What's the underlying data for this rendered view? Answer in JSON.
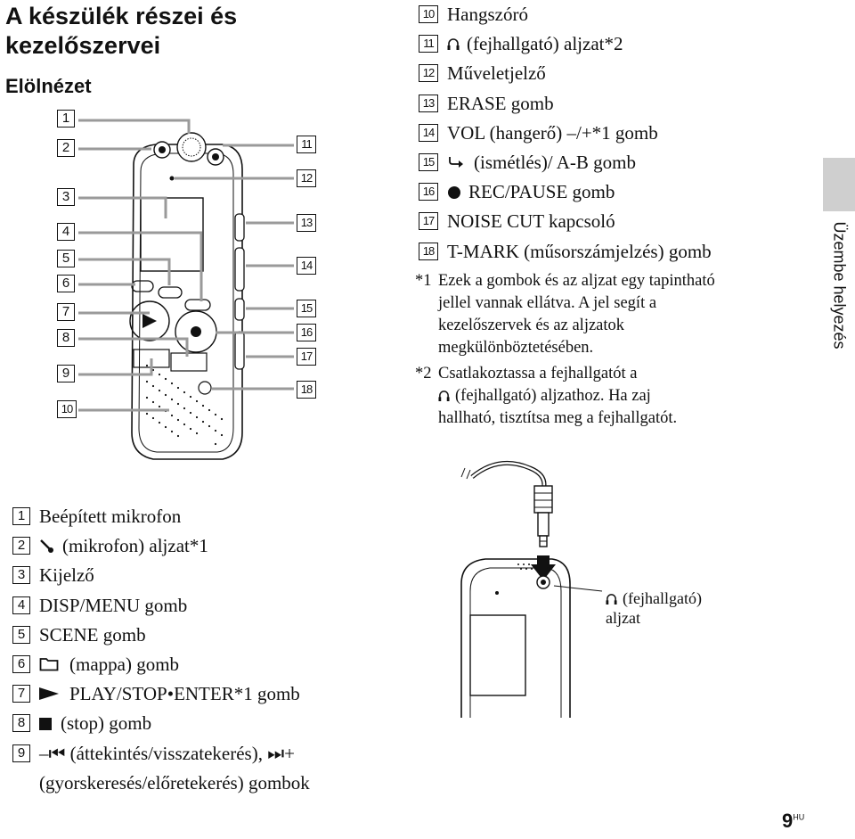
{
  "title_line1": "A készülék részei és",
  "title_line2": "kezelőszervei",
  "subtitle": "Elölnézet",
  "side_tab_label": "Üzembe helyezés",
  "page_number": "9",
  "page_suffix": "HU",
  "diagram_numbers": [
    "1",
    "2",
    "3",
    "4",
    "5",
    "6",
    "7",
    "8",
    "9",
    "10",
    "11",
    "12",
    "13",
    "14",
    "15",
    "16",
    "17",
    "18"
  ],
  "top_list": [
    {
      "num": "10",
      "icon": "",
      "text": "Hangszóró"
    },
    {
      "num": "11",
      "icon": "headphone-icon",
      "text": "(fejhallgató) aljzat*2"
    },
    {
      "num": "12",
      "icon": "",
      "text": "Műveletjelző"
    },
    {
      "num": "13",
      "icon": "",
      "text": "ERASE gomb"
    },
    {
      "num": "14",
      "icon": "",
      "text": "VOL (hangerő) –/+*1 gomb"
    },
    {
      "num": "15",
      "icon": "repeat-icon",
      "text": "(ismétlés)/ A-B gomb"
    },
    {
      "num": "16",
      "icon": "record-icon",
      "text": "REC/PAUSE gomb"
    },
    {
      "num": "17",
      "icon": "",
      "text": "NOISE CUT kapcsoló"
    },
    {
      "num": "18",
      "icon": "",
      "text": "T-MARK (műsorszámjelzés) gomb"
    }
  ],
  "notes": [
    {
      "mark": "*1",
      "lines": [
        "Ezek a gombok és az aljzat egy tapintható",
        "jellel vannak ellátva. A jel segít a",
        "kezelőszervek és az aljzatok",
        "megkülönböztetésében."
      ]
    },
    {
      "mark": "*2",
      "lines": [
        "Csatlakoztassa a fejhallgatót a",
        "(fejhallgató) aljzathoz. Ha zaj",
        "hallható, tisztítsa meg a fejhallgatót."
      ]
    }
  ],
  "bottom_list": [
    {
      "num": "1",
      "icon": "",
      "text": "Beépített mikrofon"
    },
    {
      "num": "2",
      "icon": "microphone-icon",
      "text": "(mikrofon) aljzat*1"
    },
    {
      "num": "3",
      "icon": "",
      "text": "Kijelző"
    },
    {
      "num": "4",
      "icon": "",
      "text": "DISP/MENU gomb"
    },
    {
      "num": "5",
      "icon": "",
      "text": "SCENE gomb"
    },
    {
      "num": "6",
      "icon": "folder-icon",
      "text": "(mappa) gomb"
    },
    {
      "num": "7",
      "icon": "play-icon",
      "text": "PLAY/STOP•ENTER*1 gomb"
    },
    {
      "num": "8",
      "icon": "stop-icon",
      "text": "(stop) gomb"
    },
    {
      "num": "9",
      "icon": "",
      "text": "–⏮ (áttekintés/visszatekerés), ⏭+"
    },
    {
      "num": "",
      "icon": "",
      "text": "(gyorskeresés/előretekerés) gombok"
    }
  ],
  "callout_line1": "(fejhallgató)",
  "callout_line2": "aljzat"
}
